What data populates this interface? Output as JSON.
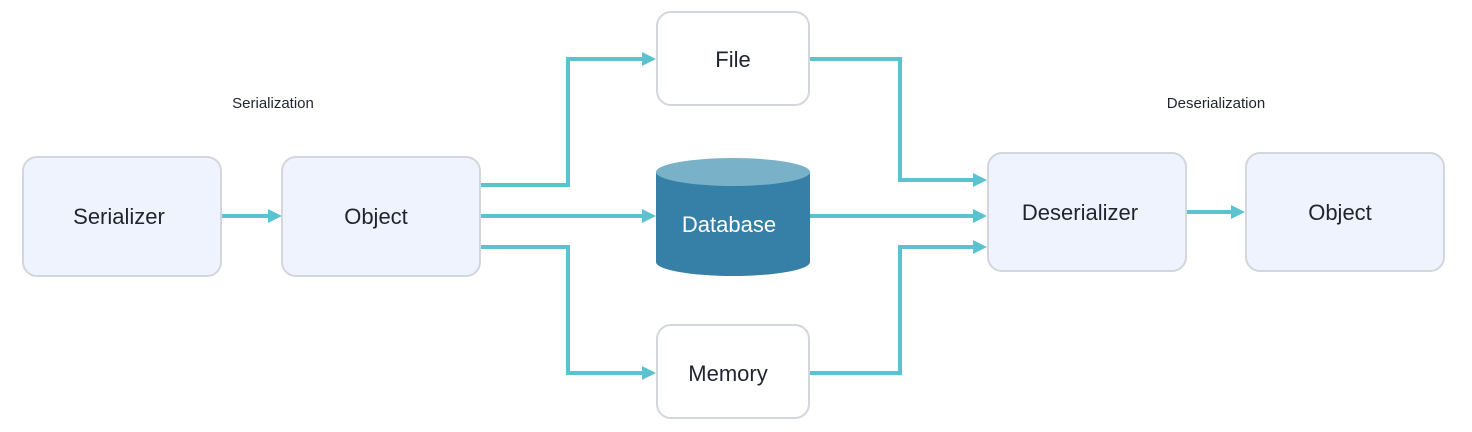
{
  "labels": {
    "serialization": "Serialization",
    "deserialization": "Deserialization"
  },
  "nodes": {
    "serializer": "Serializer",
    "object_left": "Object",
    "file": "File",
    "database": "Database",
    "memory": "Memory",
    "deserializer": "Deserializer",
    "object_right": "Object"
  },
  "colors": {
    "edge": "#5bc3cf",
    "node_fill": "#eff3fd",
    "node_border": "#d3d6dc",
    "database_body": "#367fa7",
    "database_top": "#79b1c9"
  }
}
